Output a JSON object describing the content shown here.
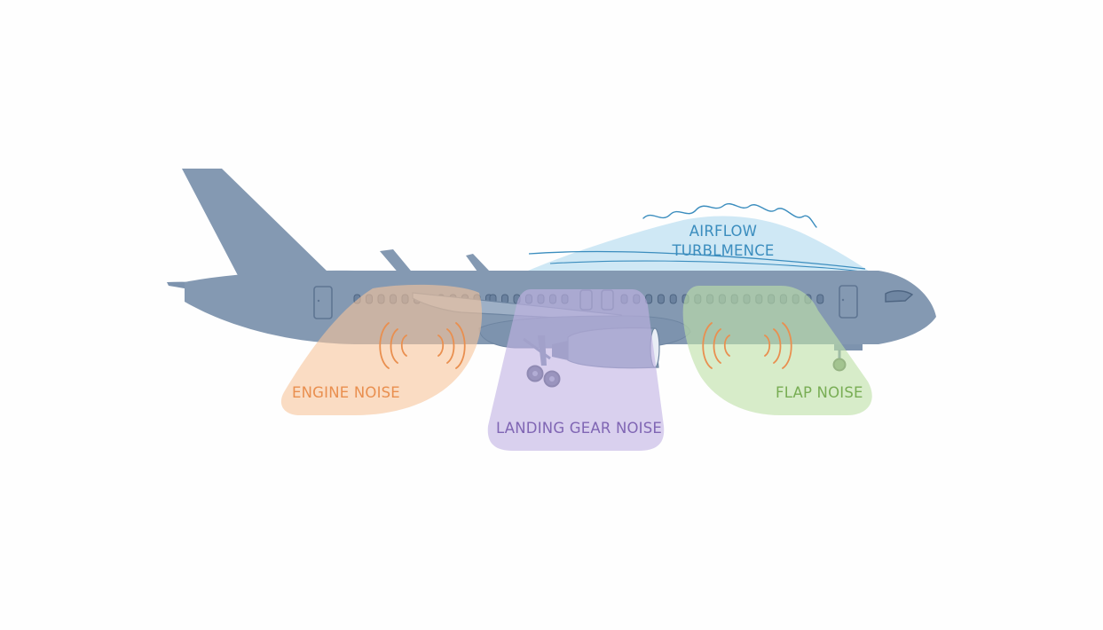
{
  "labels": {
    "airflow_line1": "AIRFLOW",
    "airflow_line2": "TURBLMENCE",
    "engine": "ENGINE NOISE",
    "landing_gear": "LANDING GEAR NOISE",
    "flap": "FLAP NOISE"
  },
  "colors": {
    "fuselage": "#8499b2",
    "fuselage_dark": "#6e85a1",
    "window": "#5e7592",
    "engine_zone": "#f7c49b",
    "engine_text": "#e98f4f",
    "gear_zone": "#c1b3e3",
    "gear_text": "#8066b4",
    "flap_zone": "#bfe0a8",
    "flap_text": "#78ad54",
    "airflow_zone": "#bfe0f2",
    "airflow_text": "#3b8dbe",
    "sound_wave": "#e98f4f"
  },
  "icons": {
    "sound_waves": "sound-wave-icon",
    "airflow_waves": "wavy-line-icon"
  }
}
